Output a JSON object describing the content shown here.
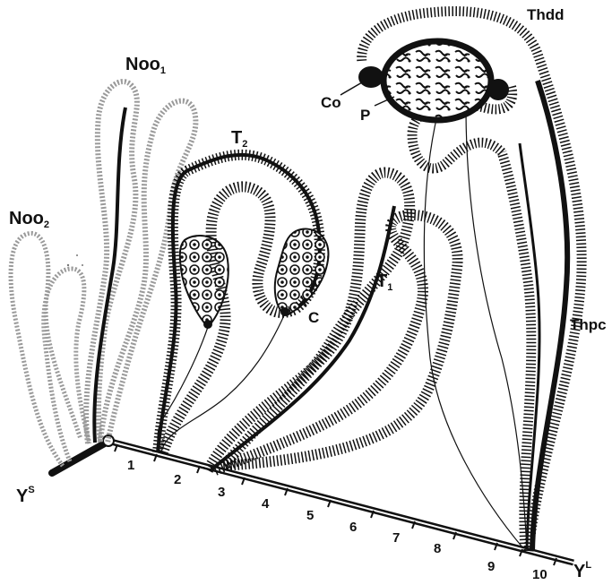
{
  "labels": {
    "noo1": {
      "base": "Noo",
      "sub": "1"
    },
    "noo2": {
      "base": "Noo",
      "sub": "2"
    },
    "t2": {
      "base": "T",
      "sub": "2"
    },
    "t1": {
      "base": "T",
      "sub": "1"
    },
    "thdd": "Thdd",
    "co": "Co",
    "p": "P",
    "c": "C",
    "thpc": "Thpc",
    "ys": {
      "base": "Y",
      "sup": "S"
    },
    "yl": {
      "base": "Y",
      "sup": "L"
    }
  },
  "segments": [
    "1",
    "2",
    "3",
    "4",
    "5",
    "6",
    "7",
    "8",
    "9",
    "10"
  ],
  "icons": {
    "neuron": "large-neuron-cell",
    "cluster": "cell-cluster-icon"
  },
  "colors": {
    "ink": "#111111",
    "stipple": "#9a9a9a",
    "paper": "#ffffff"
  }
}
